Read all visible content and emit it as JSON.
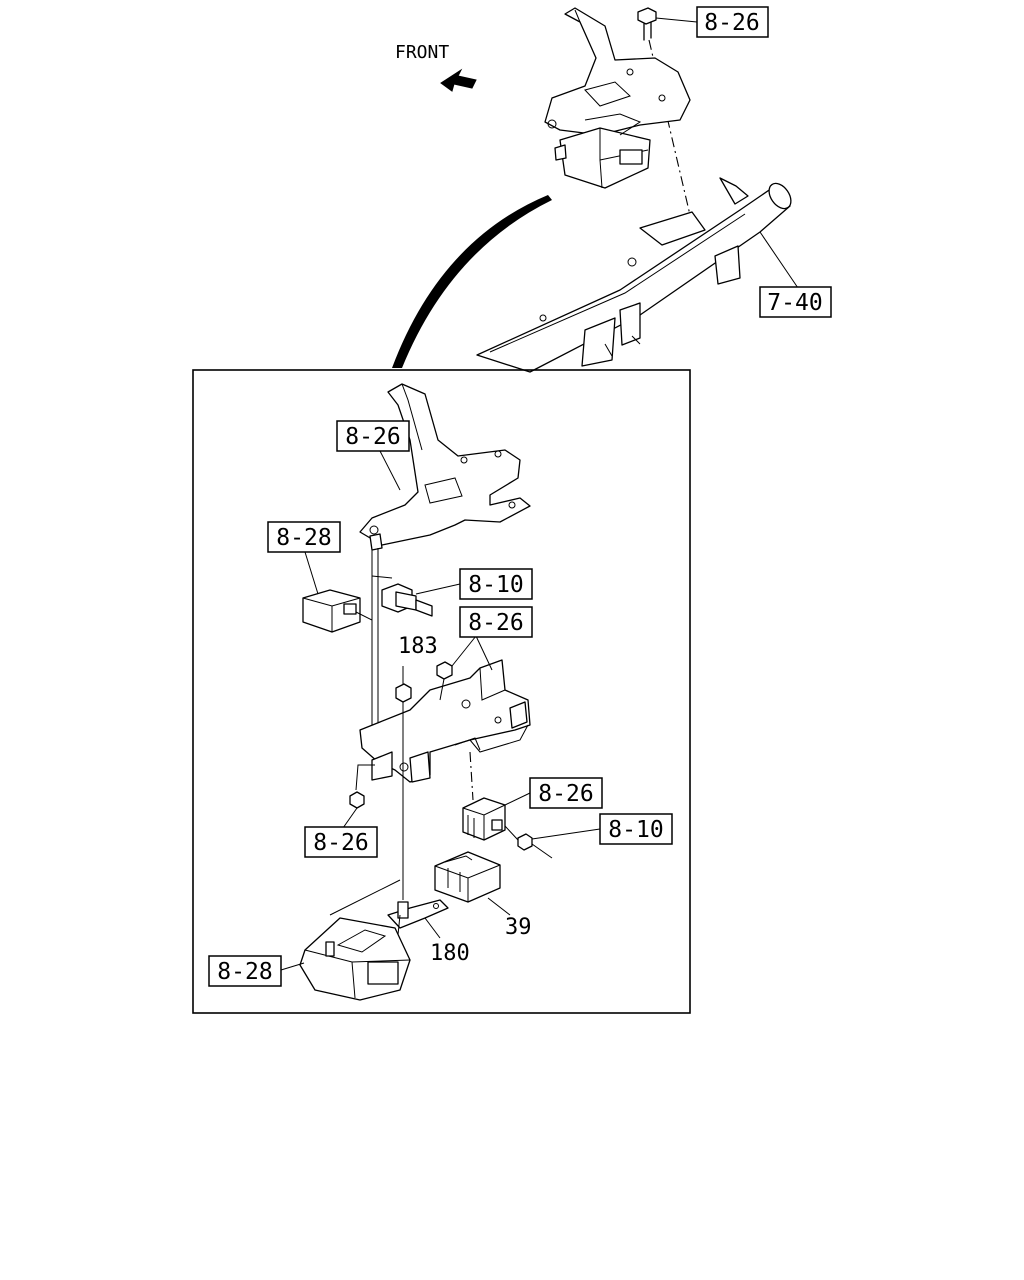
{
  "front_label": "FRONT",
  "callouts": {
    "top_bolt": "8-26",
    "steering_member": "7-40",
    "upper_bracket": "8-26",
    "left_unit": "8-28",
    "upper_relay": "8-10",
    "middle_bracket": "8-26",
    "nut_183": "183",
    "relay_block": "8-26",
    "lower_relay": "8-10",
    "lower_nut": "8-26",
    "part_39": "39",
    "part_180": "180",
    "control_unit": "8-28"
  }
}
